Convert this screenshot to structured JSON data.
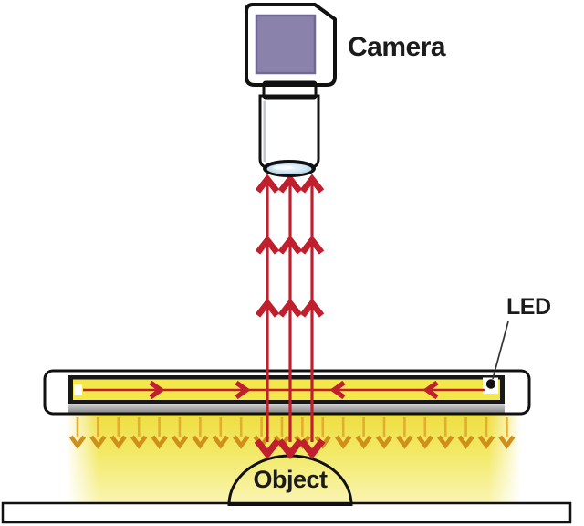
{
  "labels": {
    "camera": "Camera",
    "led": "LED",
    "object": "Object"
  },
  "figure": {
    "reflected_ray_count": 3,
    "emitted_arrow_count": 22,
    "panel_internal_arrows": "converge toward center"
  },
  "colors": {
    "ink": "#1b1b1b",
    "ray_red": "#c01f2e",
    "gold_arrow": "#cf8f1a",
    "gold_stem": "#e3ad2f",
    "panel_yellow": "#f4e74a",
    "housing_gray": "#949494",
    "glow_top": "#eede3f",
    "glow_mid": "#f3e968",
    "glow_bottom": "#faf5b4",
    "camera_body": "#a39bc1",
    "camera_side": "#5c5580",
    "camera_face": "#8a82ab",
    "object_light": "#f7c193",
    "object_mid": "#e89058",
    "object_deep": "#d06a2e",
    "object_dark": "#b04512",
    "base_green": "#b6bb9e"
  }
}
